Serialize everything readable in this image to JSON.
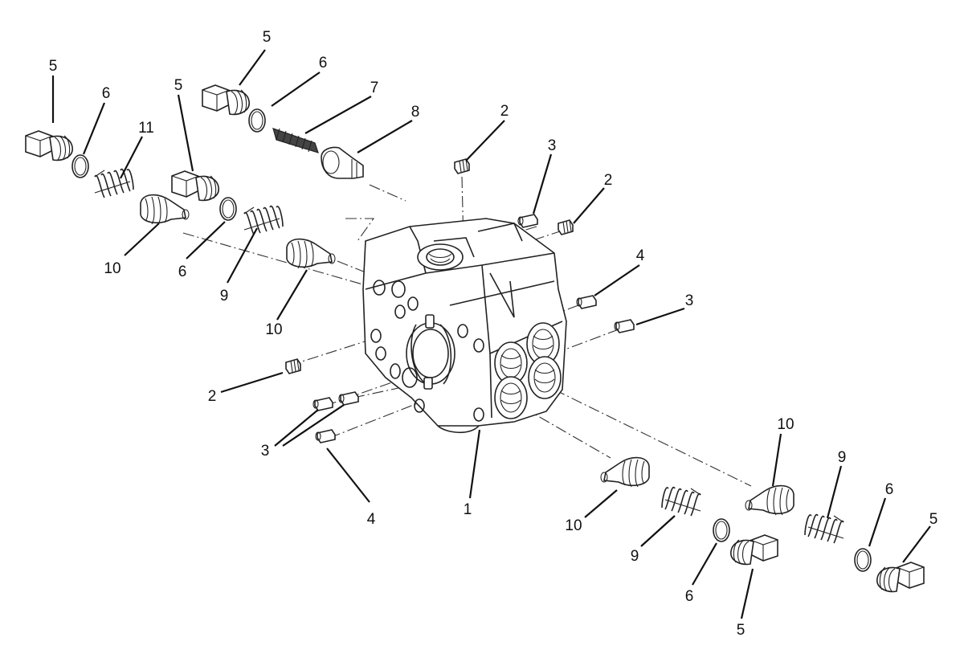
{
  "callouts": {
    "c1": "1",
    "c2a": "2",
    "c2b": "2",
    "c2c": "2",
    "c3a": "3",
    "c3b": "3",
    "c3c": "3",
    "c4a": "4",
    "c4b": "4",
    "c5a": "5",
    "c5b": "5",
    "c5c": "5",
    "c5d": "5",
    "c5e": "5",
    "c6a": "6",
    "c6b": "6",
    "c6c": "6",
    "c6d": "6",
    "c6e": "6",
    "c7": "7",
    "c8": "8",
    "c9a": "9",
    "c9b": "9",
    "c9c": "9",
    "c10a": "10",
    "c10b": "10",
    "c10c": "10",
    "c10d": "10",
    "c11": "11"
  }
}
